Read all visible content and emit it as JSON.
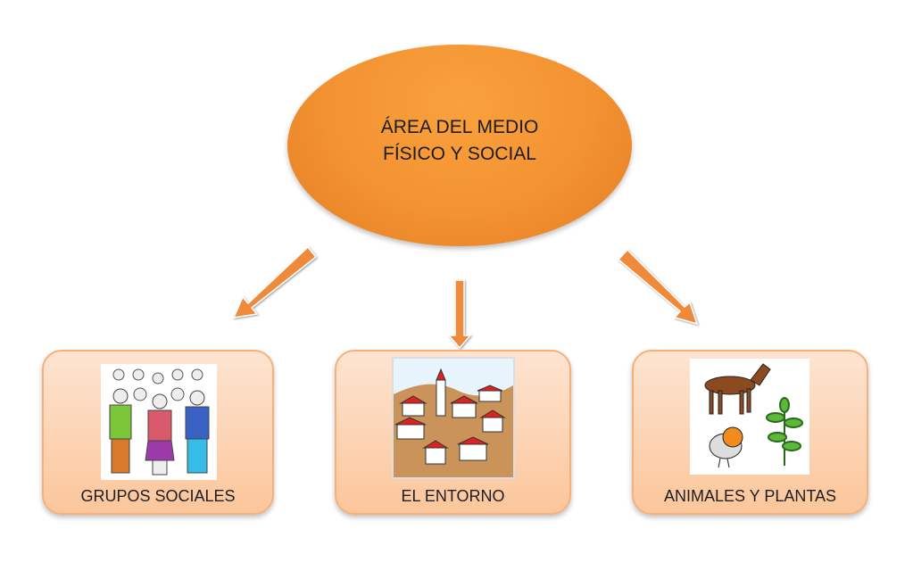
{
  "central_node": {
    "line1": "ÁREA DEL MEDIO",
    "line2": "FÍSICO Y SOCIAL"
  },
  "children": [
    {
      "label": "GRUPOS SOCIALES",
      "icon": "people-group-icon"
    },
    {
      "label": "EL ENTORNO",
      "icon": "village-icon"
    },
    {
      "label": "ANIMALES Y PLANTAS",
      "icon": "animals-plants-icon"
    }
  ],
  "colors": {
    "accent": "#f39232",
    "box_fill": "#fcd3b2",
    "arrow": "#f08a3a"
  }
}
